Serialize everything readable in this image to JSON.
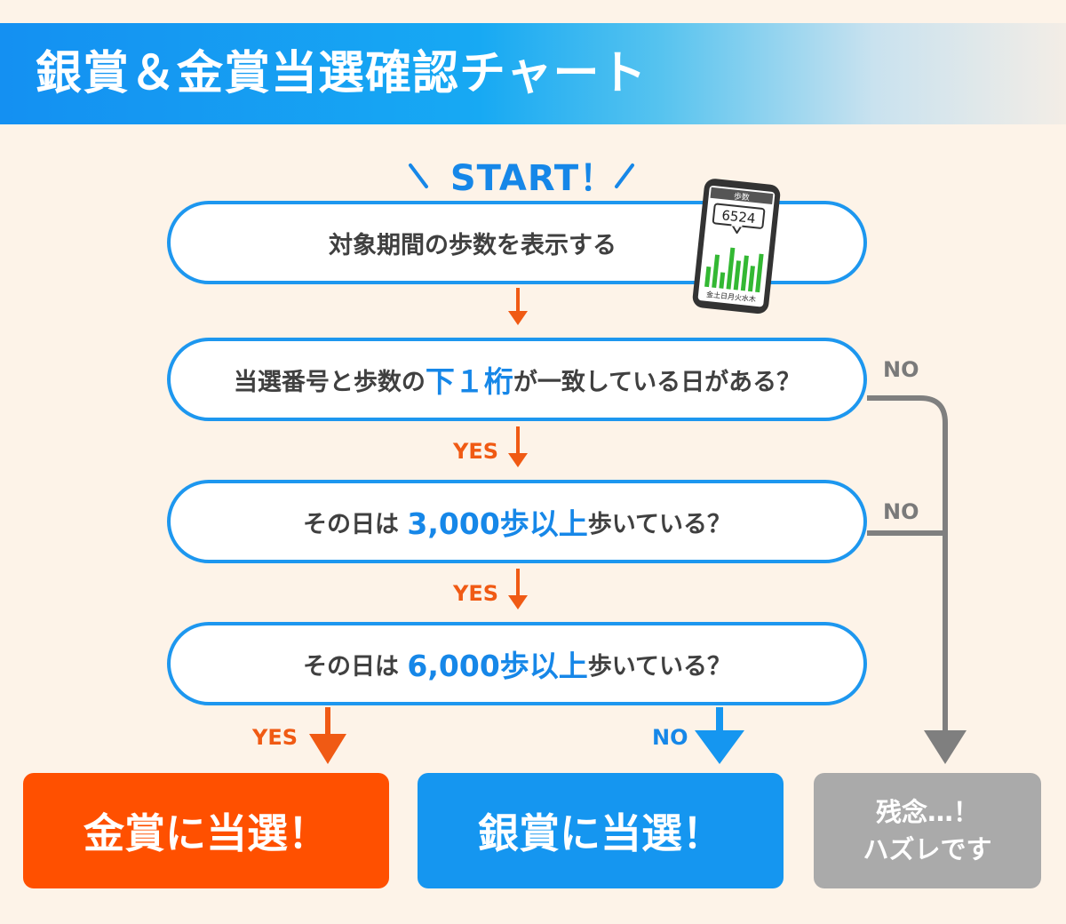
{
  "header": {
    "title": "銀賞＆金賞当選確認チャート"
  },
  "start": {
    "label": "START！"
  },
  "phone": {
    "title": "歩数",
    "count": "6524",
    "weekdays": "金土日月火水木",
    "bars": [
      0.38,
      0.62,
      0.3,
      0.78,
      0.55,
      0.66,
      0.48,
      0.72
    ],
    "bar_color": "#33b833"
  },
  "steps": [
    {
      "text": "対象期間の歩数を表示する"
    },
    {
      "pre": "当選番号と歩数の",
      "highlight": "下１桁",
      "post": "が一致している日がある？"
    },
    {
      "pre": "その日は",
      "highlight": "3,000歩以上",
      "post": "歩いている？"
    },
    {
      "pre": "その日は",
      "highlight": "6,000歩以上",
      "post": "歩いている？"
    }
  ],
  "labels": {
    "yes": "YES",
    "no": "NO"
  },
  "results": {
    "gold": {
      "label": "金賞に当選！",
      "color": "#ff5000"
    },
    "silver": {
      "label": "銀賞に当選！",
      "color": "#1596f0"
    },
    "miss": {
      "line1": "残念…！",
      "line2": "ハズレです",
      "color": "#aaaaaa"
    }
  },
  "colors": {
    "accent_blue": "#1687e8",
    "accent_orange": "#f05a14",
    "connector_gray": "#7f7f7f",
    "background": "#fdf3e8"
  }
}
